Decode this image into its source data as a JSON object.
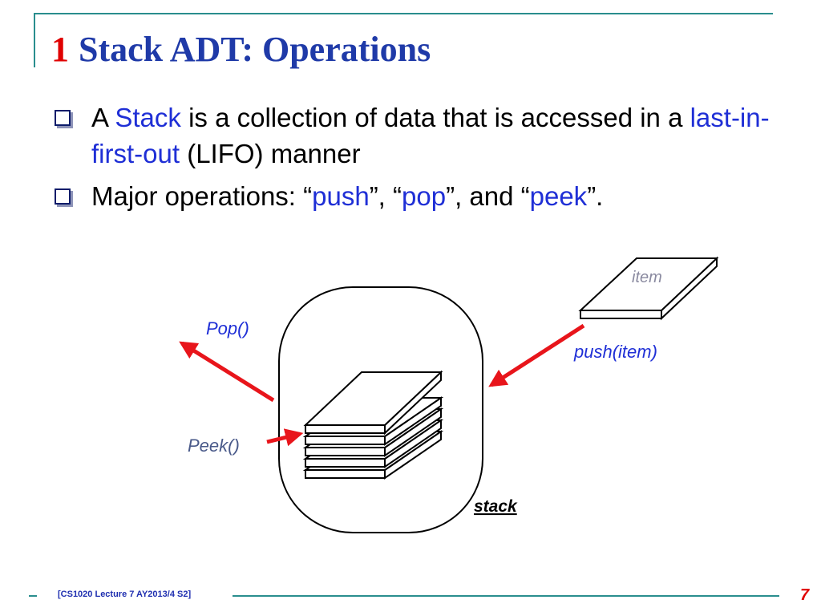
{
  "slide": {
    "number": "1",
    "title": "Stack ADT: Operations"
  },
  "bullets": [
    {
      "pre": "A ",
      "term": "Stack",
      "mid": " is a collection of data that is accessed in a ",
      "term2": "last-in-first-out",
      "post": " (LIFO) manner"
    },
    {
      "pre": "Major operations: “",
      "op1": "push",
      "sep1": "”, “",
      "op2": "pop",
      "sep2": "”, and “",
      "op3": "peek",
      "post": "”."
    }
  ],
  "diagram": {
    "item_label": "item",
    "pop_label": "Pop()",
    "push_label": "push(item)",
    "peek_label": "Peek()",
    "stack_label": "stack",
    "arrow_color": "#e8151b",
    "label_color": "#1f2fd6",
    "peek_color": "#4a5a8a",
    "item_color": "#8a8aa0"
  },
  "footer": {
    "text": "[CS1020 Lecture 7 AY2013/4 S2]",
    "page": "7"
  }
}
